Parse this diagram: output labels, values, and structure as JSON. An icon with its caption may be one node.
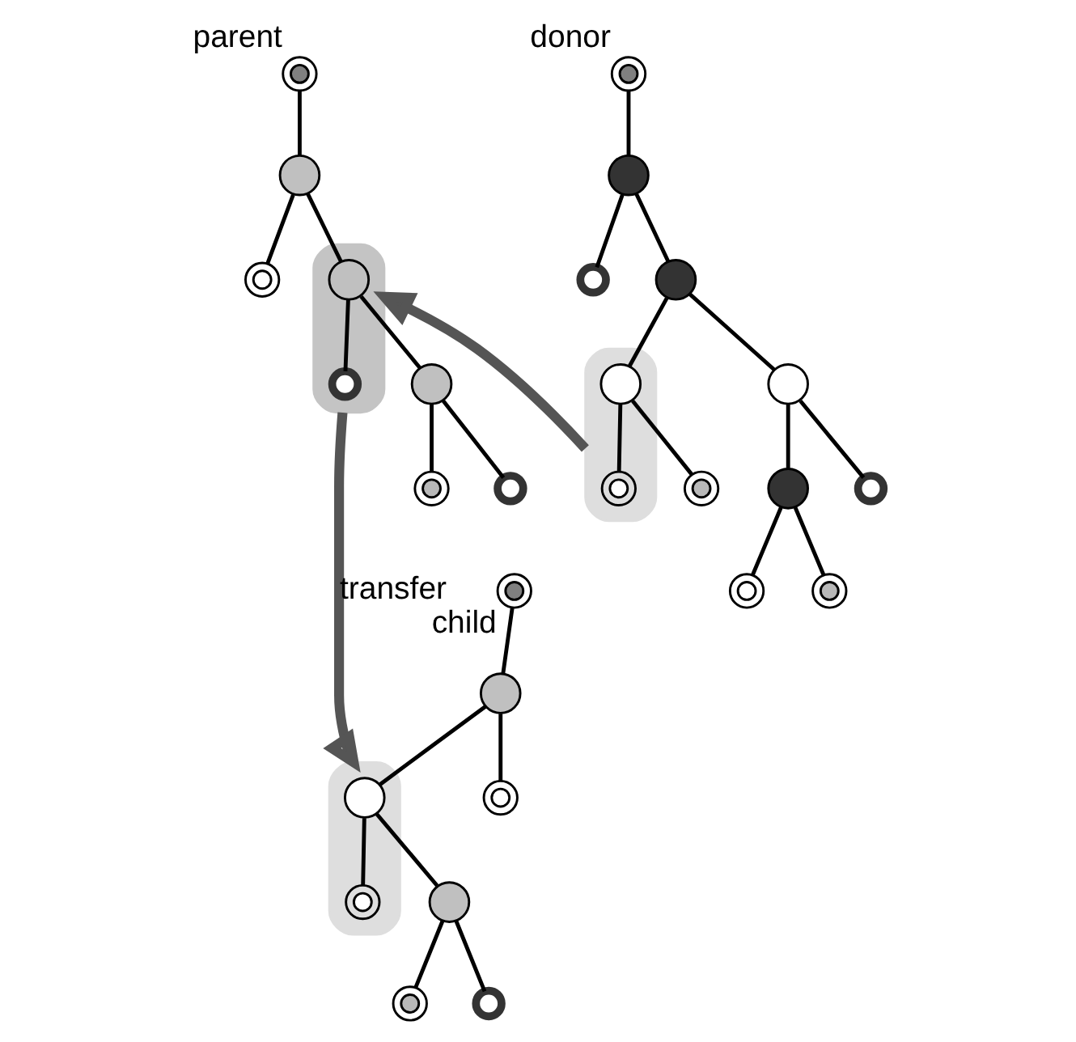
{
  "diagram": {
    "nodes": [
      {
        "text": [],
        "shape": "circle",
        "beside": [
          "parent"
        ]
      },
      {
        "text": [],
        "shape": "circle"
      },
      {
        "text": [],
        "shape": "circle"
      },
      {
        "text": [],
        "shape": "band"
      },
      {
        "text": [],
        "shape": "circle",
        "in": 3
      },
      {
        "text": [],
        "shape": "circle",
        "in": 3
      },
      {
        "text": [],
        "shape": "circle"
      },
      {
        "text": [],
        "shape": "circle"
      },
      {
        "text": [],
        "shape": "circle"
      },
      {
        "text": [],
        "shape": "circle",
        "beside": [
          "donor"
        ]
      },
      {
        "text": [],
        "shape": "circle"
      },
      {
        "text": [],
        "shape": "circle"
      },
      {
        "text": [],
        "shape": "circle"
      },
      {
        "text": [],
        "shape": "circle"
      },
      {
        "text": [],
        "shape": "circle"
      },
      {
        "text": [],
        "shape": "circle"
      },
      {
        "text": [],
        "shape": "circle"
      },
      {
        "text": [],
        "shape": "circle"
      },
      {
        "text": [],
        "shape": "band"
      },
      {
        "text": [],
        "shape": "circle",
        "in": 18
      },
      {
        "text": [],
        "shape": "circle",
        "in": 18
      },
      {
        "text": [],
        "shape": "circle"
      },
      {
        "text": [],
        "shape": "circle",
        "beside": [
          "child"
        ]
      },
      {
        "text": [],
        "shape": "circle"
      },
      {
        "text": [],
        "shape": "circle"
      },
      {
        "text": [],
        "shape": "band"
      },
      {
        "text": [],
        "shape": "circle",
        "in": 25
      },
      {
        "text": [],
        "shape": "circle",
        "in": 25
      },
      {
        "text": [],
        "shape": "circle"
      },
      {
        "text": [],
        "shape": "circle"
      },
      {
        "text": [],
        "shape": "circle"
      }
    ],
    "edges": [
      {
        "from": 0,
        "to": 1,
        "arrow": "none"
      },
      {
        "from": 1,
        "to": 2,
        "arrow": "none"
      },
      {
        "from": 1,
        "to": 4,
        "arrow": "none"
      },
      {
        "from": 4,
        "to": 6,
        "arrow": "none"
      },
      {
        "from": 4,
        "to": 5,
        "arrow": "none"
      },
      {
        "from": 6,
        "to": 7,
        "arrow": "none"
      },
      {
        "from": 6,
        "to": 8,
        "arrow": "none"
      },
      {
        "from": 9,
        "to": 10,
        "arrow": "none"
      },
      {
        "from": 10,
        "to": 11,
        "arrow": "none"
      },
      {
        "from": 10,
        "to": 12,
        "arrow": "none"
      },
      {
        "from": 12,
        "to": 13,
        "arrow": "none"
      },
      {
        "from": 12,
        "to": 19,
        "arrow": "none"
      },
      {
        "from": 13,
        "to": 14,
        "arrow": "none"
      },
      {
        "from": 13,
        "to": 17,
        "arrow": "none"
      },
      {
        "from": 14,
        "to": 15,
        "arrow": "none"
      },
      {
        "from": 14,
        "to": 16,
        "arrow": "none"
      },
      {
        "from": 19,
        "to": 20,
        "arrow": "none"
      },
      {
        "from": 19,
        "to": 21,
        "arrow": "none"
      },
      {
        "from": 22,
        "to": 23,
        "arrow": "none"
      },
      {
        "from": 23,
        "to": 24,
        "arrow": "none"
      },
      {
        "from": 23,
        "to": 26,
        "arrow": "none"
      },
      {
        "from": 26,
        "to": 27,
        "arrow": "none"
      },
      {
        "from": 26,
        "to": 28,
        "arrow": "none"
      },
      {
        "from": 28,
        "to": 29,
        "arrow": "none"
      },
      {
        "from": 28,
        "to": 30,
        "arrow": "none"
      },
      {
        "from": 18,
        "to": 3,
        "arrow": "to",
        "style": "thick"
      },
      {
        "from": 3,
        "to": 25,
        "arrow": "to",
        "style": "thick",
        "label": "transfer"
      }
    ]
  }
}
